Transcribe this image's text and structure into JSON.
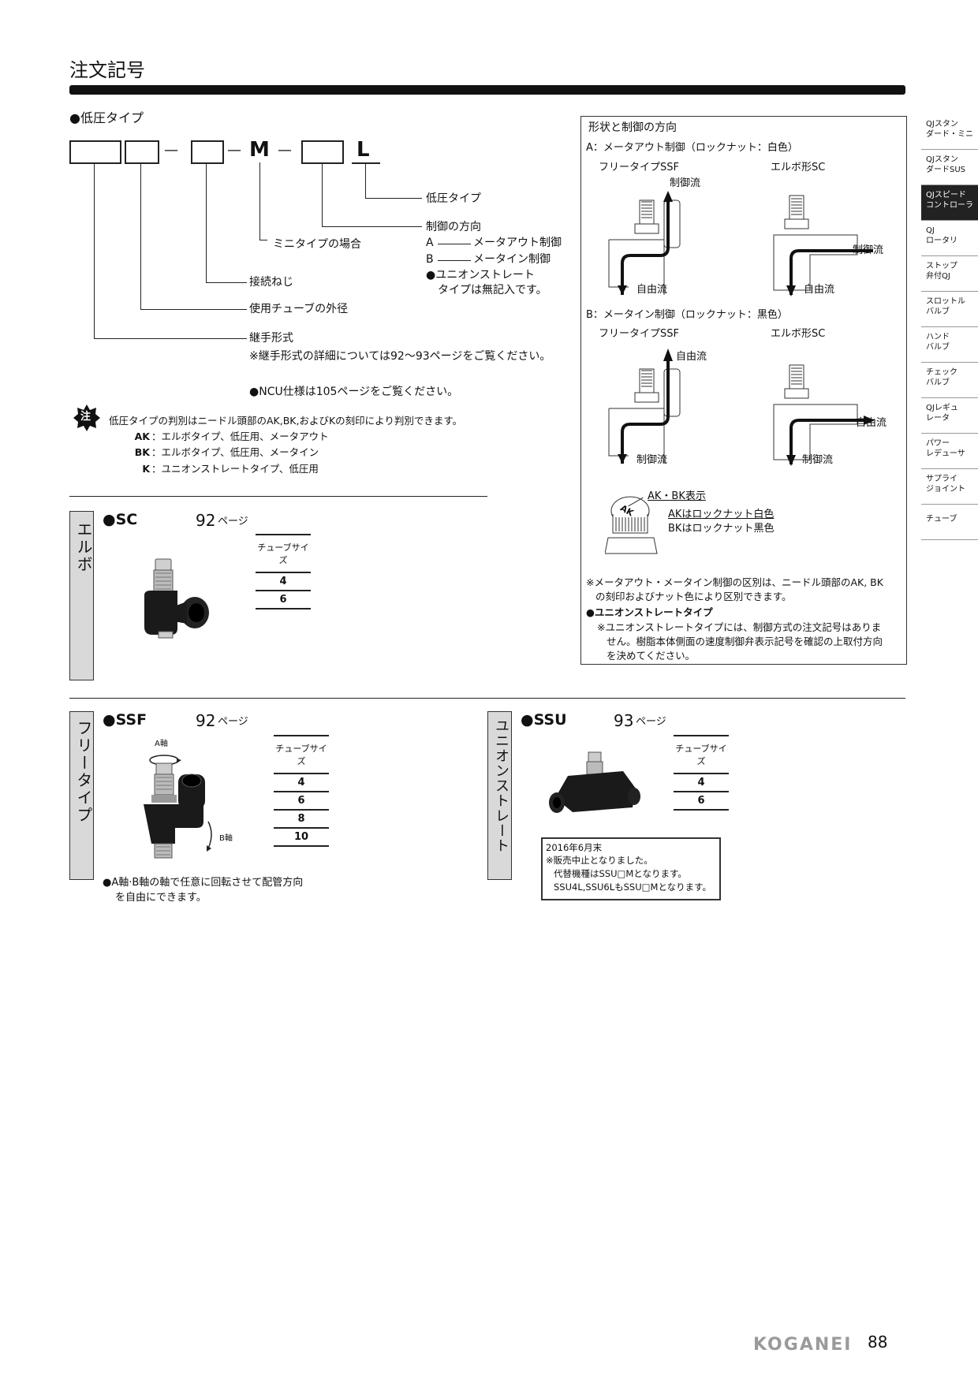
{
  "header": {
    "title": "注文記号"
  },
  "order_code": {
    "heading": "●低圧タイプ",
    "sep1": "—",
    "sep2": "—",
    "sep3": "—",
    "m": "M",
    "l": "L",
    "labels": {
      "low_pressure": "低圧タイプ",
      "control_dir": "制御の方向",
      "mini": "ミニタイプの場合",
      "opt_a_key": "A",
      "opt_a": "メータアウト制御",
      "opt_b_key": "B",
      "opt_b": "メータイン制御",
      "union_note1": "●ユニオンストレート",
      "union_note2": "タイプは無記入です。",
      "thread": "接続ねじ",
      "tube_od": "使用チューブの外径",
      "fitting": "継手形式",
      "fitting_note": "※継手形式の詳細については92〜93ページをご覧ください。",
      "ncu_note": "●NCU仕様は105ページをご覧ください。"
    }
  },
  "notice": {
    "icon_text": "注",
    "text": "低圧タイプの判別はニードル頭部のAK,BK,およびKの刻印により判別できます。",
    "items": [
      {
        "key": "AK",
        "desc": "：エルボタイプ、低圧用、メータアウト"
      },
      {
        "key": "BK",
        "desc": "：エルボタイプ、低圧用、メータイン"
      },
      {
        "key": "K",
        "desc": "：ユニオンストレートタイプ、低圧用"
      }
    ]
  },
  "control_box": {
    "title": "形状と制御の方向",
    "a_title": "A：メータアウト制御（ロックナット：白色）",
    "b_title": "B：メータイン制御（ロックナット：黒色）",
    "ssf": "フリータイプSSF",
    "sc": "エルボ形SC",
    "control_flow": "制御流",
    "free_flow": "自由流",
    "ak_bk_label": "AK・BK表示",
    "ak_knob": "AK",
    "ak_white": "AKはロックナット白色",
    "bk_black": "BKはロックナット黒色",
    "note1": "※メータアウト・メータイン制御の区別は、ニードル頭部のAK, BK",
    "note1b": "の刻印およびナット色により区別できます。",
    "note2": "●ユニオンストレートタイプ",
    "note3": "※ユニオンストレートタイプには、制御方式の注文記号はありま",
    "note3b": "せん。樹脂本体側面の速度制御弁表示記号を確認の上取付方向",
    "note3c": "を決めてください。"
  },
  "products": {
    "sc": {
      "band": "エルボ",
      "name": "●SC",
      "page": "92",
      "page_unit": "ページ",
      "tube_header": "チューブサイズ",
      "sizes": [
        "4",
        "6"
      ]
    },
    "ssf": {
      "band": "フリータイプ",
      "name": "●SSF",
      "page": "92",
      "page_unit": "ページ",
      "tube_header": "チューブサイズ",
      "sizes": [
        "4",
        "6",
        "8",
        "10"
      ],
      "axis_a": "A軸",
      "axis_b": "B軸",
      "note1": "●A軸·B軸の軸で任意に回転させて配管方向",
      "note2": "を自由にできます。"
    },
    "ssu": {
      "band": "ユニオンストレート",
      "name": "●SSU",
      "page": "93",
      "page_unit": "ページ",
      "tube_header": "チューブサイズ",
      "sizes": [
        "4",
        "6"
      ],
      "disc1": "2016年6月末",
      "disc2": "※販売中止となりました。",
      "disc3": "代替機種はSSU□Mとなります。",
      "disc4": "SSU4L,SSU6LもSSU□Mとなります。"
    }
  },
  "sidenav": [
    {
      "l1": "QJスタン",
      "l2": "ダード・ミニ"
    },
    {
      "l1": "QJスタン",
      "l2": "ダードSUS"
    },
    {
      "l1": "QJスピード",
      "l2": "コントローラ"
    },
    {
      "l1": "QJ",
      "l2": "ロータリ"
    },
    {
      "l1": "ストップ",
      "l2": "弁付QJ"
    },
    {
      "l1": "スロットル",
      "l2": "バルブ"
    },
    {
      "l1": "ハンド",
      "l2": "バルブ"
    },
    {
      "l1": "チェック",
      "l2": "バルブ"
    },
    {
      "l1": "QJレギュ",
      "l2": "レータ"
    },
    {
      "l1": "パワー",
      "l2": "レデューサ"
    },
    {
      "l1": "サプライ",
      "l2": "ジョイント"
    },
    {
      "l1": "チューブ",
      "l2": ""
    }
  ],
  "footer": {
    "brand": "KOGANEI",
    "page_number": "88"
  }
}
